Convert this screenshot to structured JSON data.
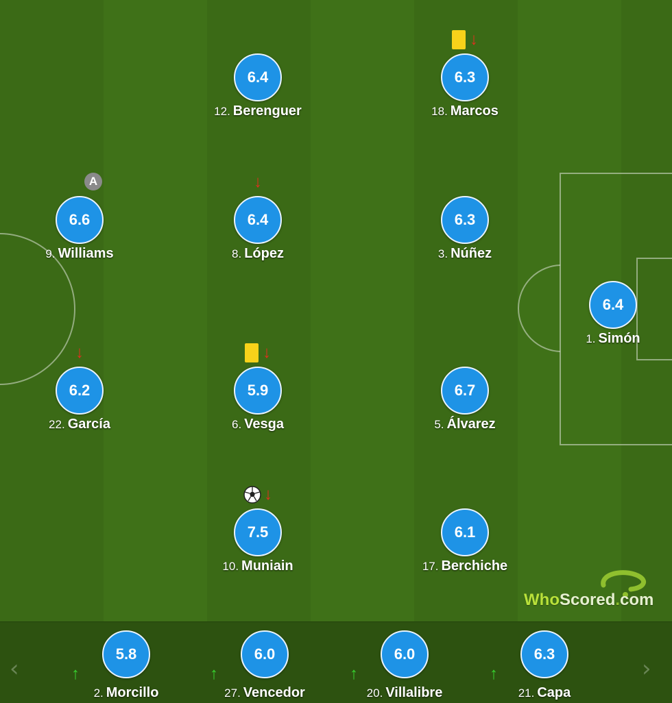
{
  "players": [
    {
      "number": "12.",
      "name": "Berenguer",
      "rating": "6.4",
      "yellow": false,
      "sub_off": false,
      "goal": false,
      "captain": false
    },
    {
      "number": "18.",
      "name": "Marcos",
      "rating": "6.3",
      "yellow": true,
      "sub_off": true,
      "goal": false,
      "captain": false
    },
    {
      "number": "9.",
      "name": "Williams",
      "rating": "6.6",
      "yellow": false,
      "sub_off": false,
      "goal": false,
      "captain": true,
      "captain_label": "A"
    },
    {
      "number": "8.",
      "name": "López",
      "rating": "6.4",
      "yellow": false,
      "sub_off": true,
      "goal": false,
      "captain": false
    },
    {
      "number": "3.",
      "name": "Núñez",
      "rating": "6.3",
      "yellow": false,
      "sub_off": false,
      "goal": false,
      "captain": false
    },
    {
      "number": "1.",
      "name": "Simón",
      "rating": "6.4",
      "yellow": false,
      "sub_off": false,
      "goal": false,
      "captain": false
    },
    {
      "number": "22.",
      "name": "García",
      "rating": "6.2",
      "yellow": false,
      "sub_off": true,
      "goal": false,
      "captain": false
    },
    {
      "number": "6.",
      "name": "Vesga",
      "rating": "5.9",
      "yellow": true,
      "sub_off": true,
      "goal": false,
      "captain": false
    },
    {
      "number": "5.",
      "name": "Álvarez",
      "rating": "6.7",
      "yellow": false,
      "sub_off": false,
      "goal": false,
      "captain": false
    },
    {
      "number": "10.",
      "name": "Muniain",
      "rating": "7.5",
      "yellow": false,
      "sub_off": true,
      "goal": true,
      "captain": false
    },
    {
      "number": "17.",
      "name": "Berchiche",
      "rating": "6.1",
      "yellow": false,
      "sub_off": false,
      "goal": false,
      "captain": false
    }
  ],
  "bench": [
    {
      "number": "2.",
      "name": "Morcillo",
      "rating": "5.8"
    },
    {
      "number": "27.",
      "name": "Vencedor",
      "rating": "6.0"
    },
    {
      "number": "20.",
      "name": "Villalibre",
      "rating": "6.0"
    },
    {
      "number": "21.",
      "name": "Capa",
      "rating": "6.3"
    }
  ],
  "nav": {
    "prev": "‹",
    "next": "›"
  },
  "icons": {
    "sub_off": "↓",
    "sub_on": "↑"
  },
  "logo": {
    "who": "Who",
    "scored": "Scored",
    "dot": ".",
    "com": "com"
  },
  "colors": {
    "rating_bubble": "#1e93e6",
    "yellow_card": "#f8d21a",
    "sub_off_arrow": "#e0301e",
    "sub_on_arrow": "#37d12e",
    "captain_badge": "#8a8a8a",
    "logo_green": "#b9e13a"
  }
}
